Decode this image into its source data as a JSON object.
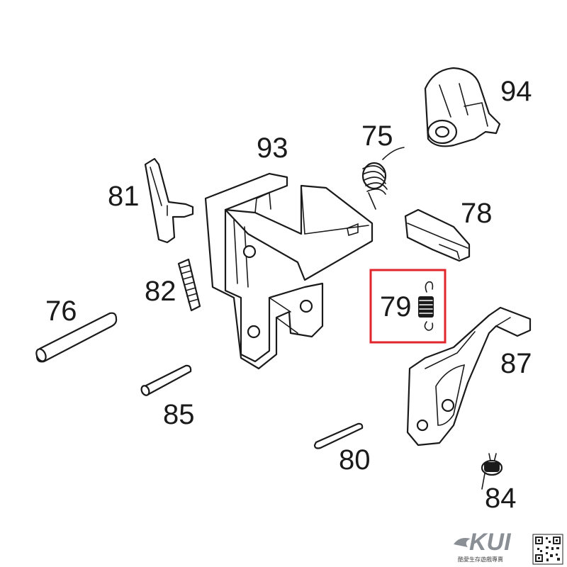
{
  "parts": [
    {
      "id": "94"
    },
    {
      "id": "93"
    },
    {
      "id": "75"
    },
    {
      "id": "81"
    },
    {
      "id": "78"
    },
    {
      "id": "82"
    },
    {
      "id": "79",
      "highlighted": true
    },
    {
      "id": "76"
    },
    {
      "id": "87"
    },
    {
      "id": "85"
    },
    {
      "id": "80"
    },
    {
      "id": "84"
    }
  ],
  "labels": {
    "p94": "94",
    "p93": "93",
    "p75": "75",
    "p81": "81",
    "p78": "78",
    "p82": "82",
    "p79": "79",
    "p76": "76",
    "p87": "87",
    "p85": "85",
    "p80": "80",
    "p84": "84"
  },
  "highlight_color": "#e0262b",
  "watermark": {
    "brand": "KUI",
    "tagline": "酷愛生存遊戲專賣"
  }
}
